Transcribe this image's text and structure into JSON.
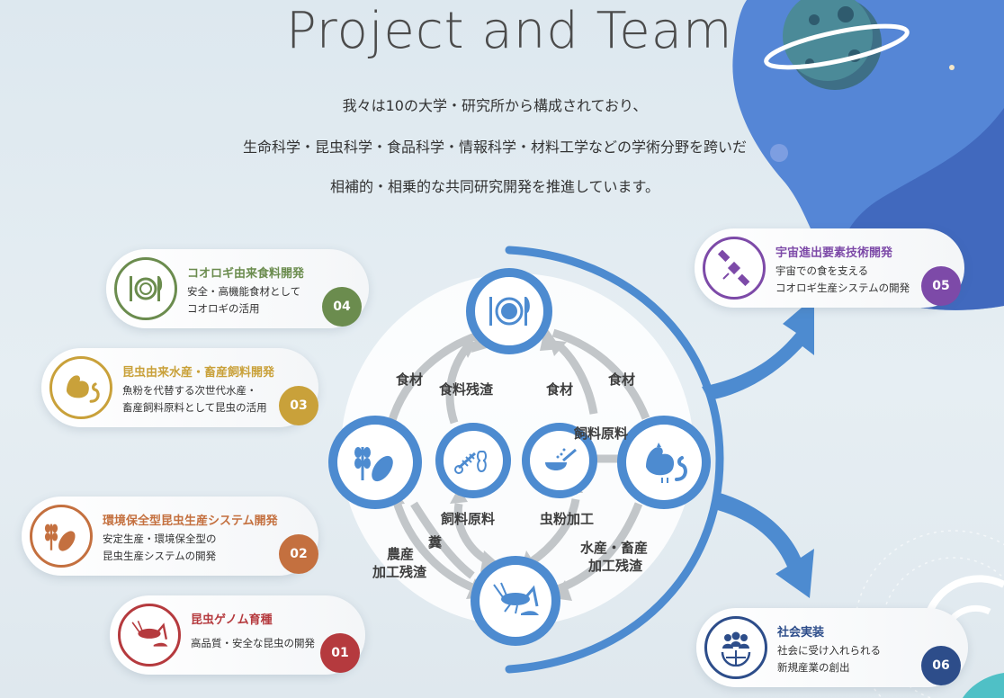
{
  "page": {
    "title": "Project and Team",
    "intro": [
      "我々は10の大学・研究所から構成されており、",
      "生命科学・昆虫科学・食品科学・情報科学・材料工学などの学術分野を跨いだ",
      "相補的・相乗的な共同研究開発を推進しています。"
    ]
  },
  "cards": [
    {
      "id": "04",
      "title": "コオロギ由来食料開発",
      "desc": [
        "安全・高機能食材として",
        "コオロギの活用"
      ],
      "color": "#6b8c4e",
      "icon": "plate-cutlery-icon"
    },
    {
      "id": "03",
      "title": "昆虫由来水産・畜産飼料開発",
      "desc": [
        "魚粉を代替する次世代水産・",
        "畜産飼料原料として昆虫の活用"
      ],
      "color": "#c9a13a",
      "icon": "chicken-worm-icon"
    },
    {
      "id": "02",
      "title": "環境保全型昆虫生産システム開発",
      "desc": [
        "安定生産・環境保全型の",
        "昆虫生産システムの開発"
      ],
      "color": "#c4703f",
      "icon": "grain-bean-icon"
    },
    {
      "id": "01",
      "title": "昆虫ゲノム育種",
      "desc": [
        "高品質・安全な昆虫の開発"
      ],
      "color": "#b53a3e",
      "icon": "cricket-icon"
    },
    {
      "id": "05",
      "title": "宇宙進出要素技術開発",
      "desc": [
        "宇宙での食を支える",
        "コオロギ生産システムの開発"
      ],
      "color": "#7d4aa8",
      "icon": "satellite-icon"
    },
    {
      "id": "06",
      "title": "社会実装",
      "desc": [
        "社会に受け入れられる",
        "新規産業の創出"
      ],
      "color": "#2d4d8a",
      "icon": "society-globe-icon"
    }
  ],
  "diagram": {
    "labels": {
      "shokuzai_left": "食材",
      "shokuryo_zansa": "食料残渣",
      "shokuzai_mid": "食材",
      "shokuzai_right": "食材",
      "shiryo_genryo_top": "飼料原料",
      "shiryo_genryo_bottom": "飼料原料",
      "chufun_kako": "虫粉加工",
      "fun": "糞",
      "nousan_1": "農産",
      "nousan_2": "加工残渣",
      "suisan_1": "水産・畜産",
      "suisan_2": "加工残渣"
    }
  }
}
